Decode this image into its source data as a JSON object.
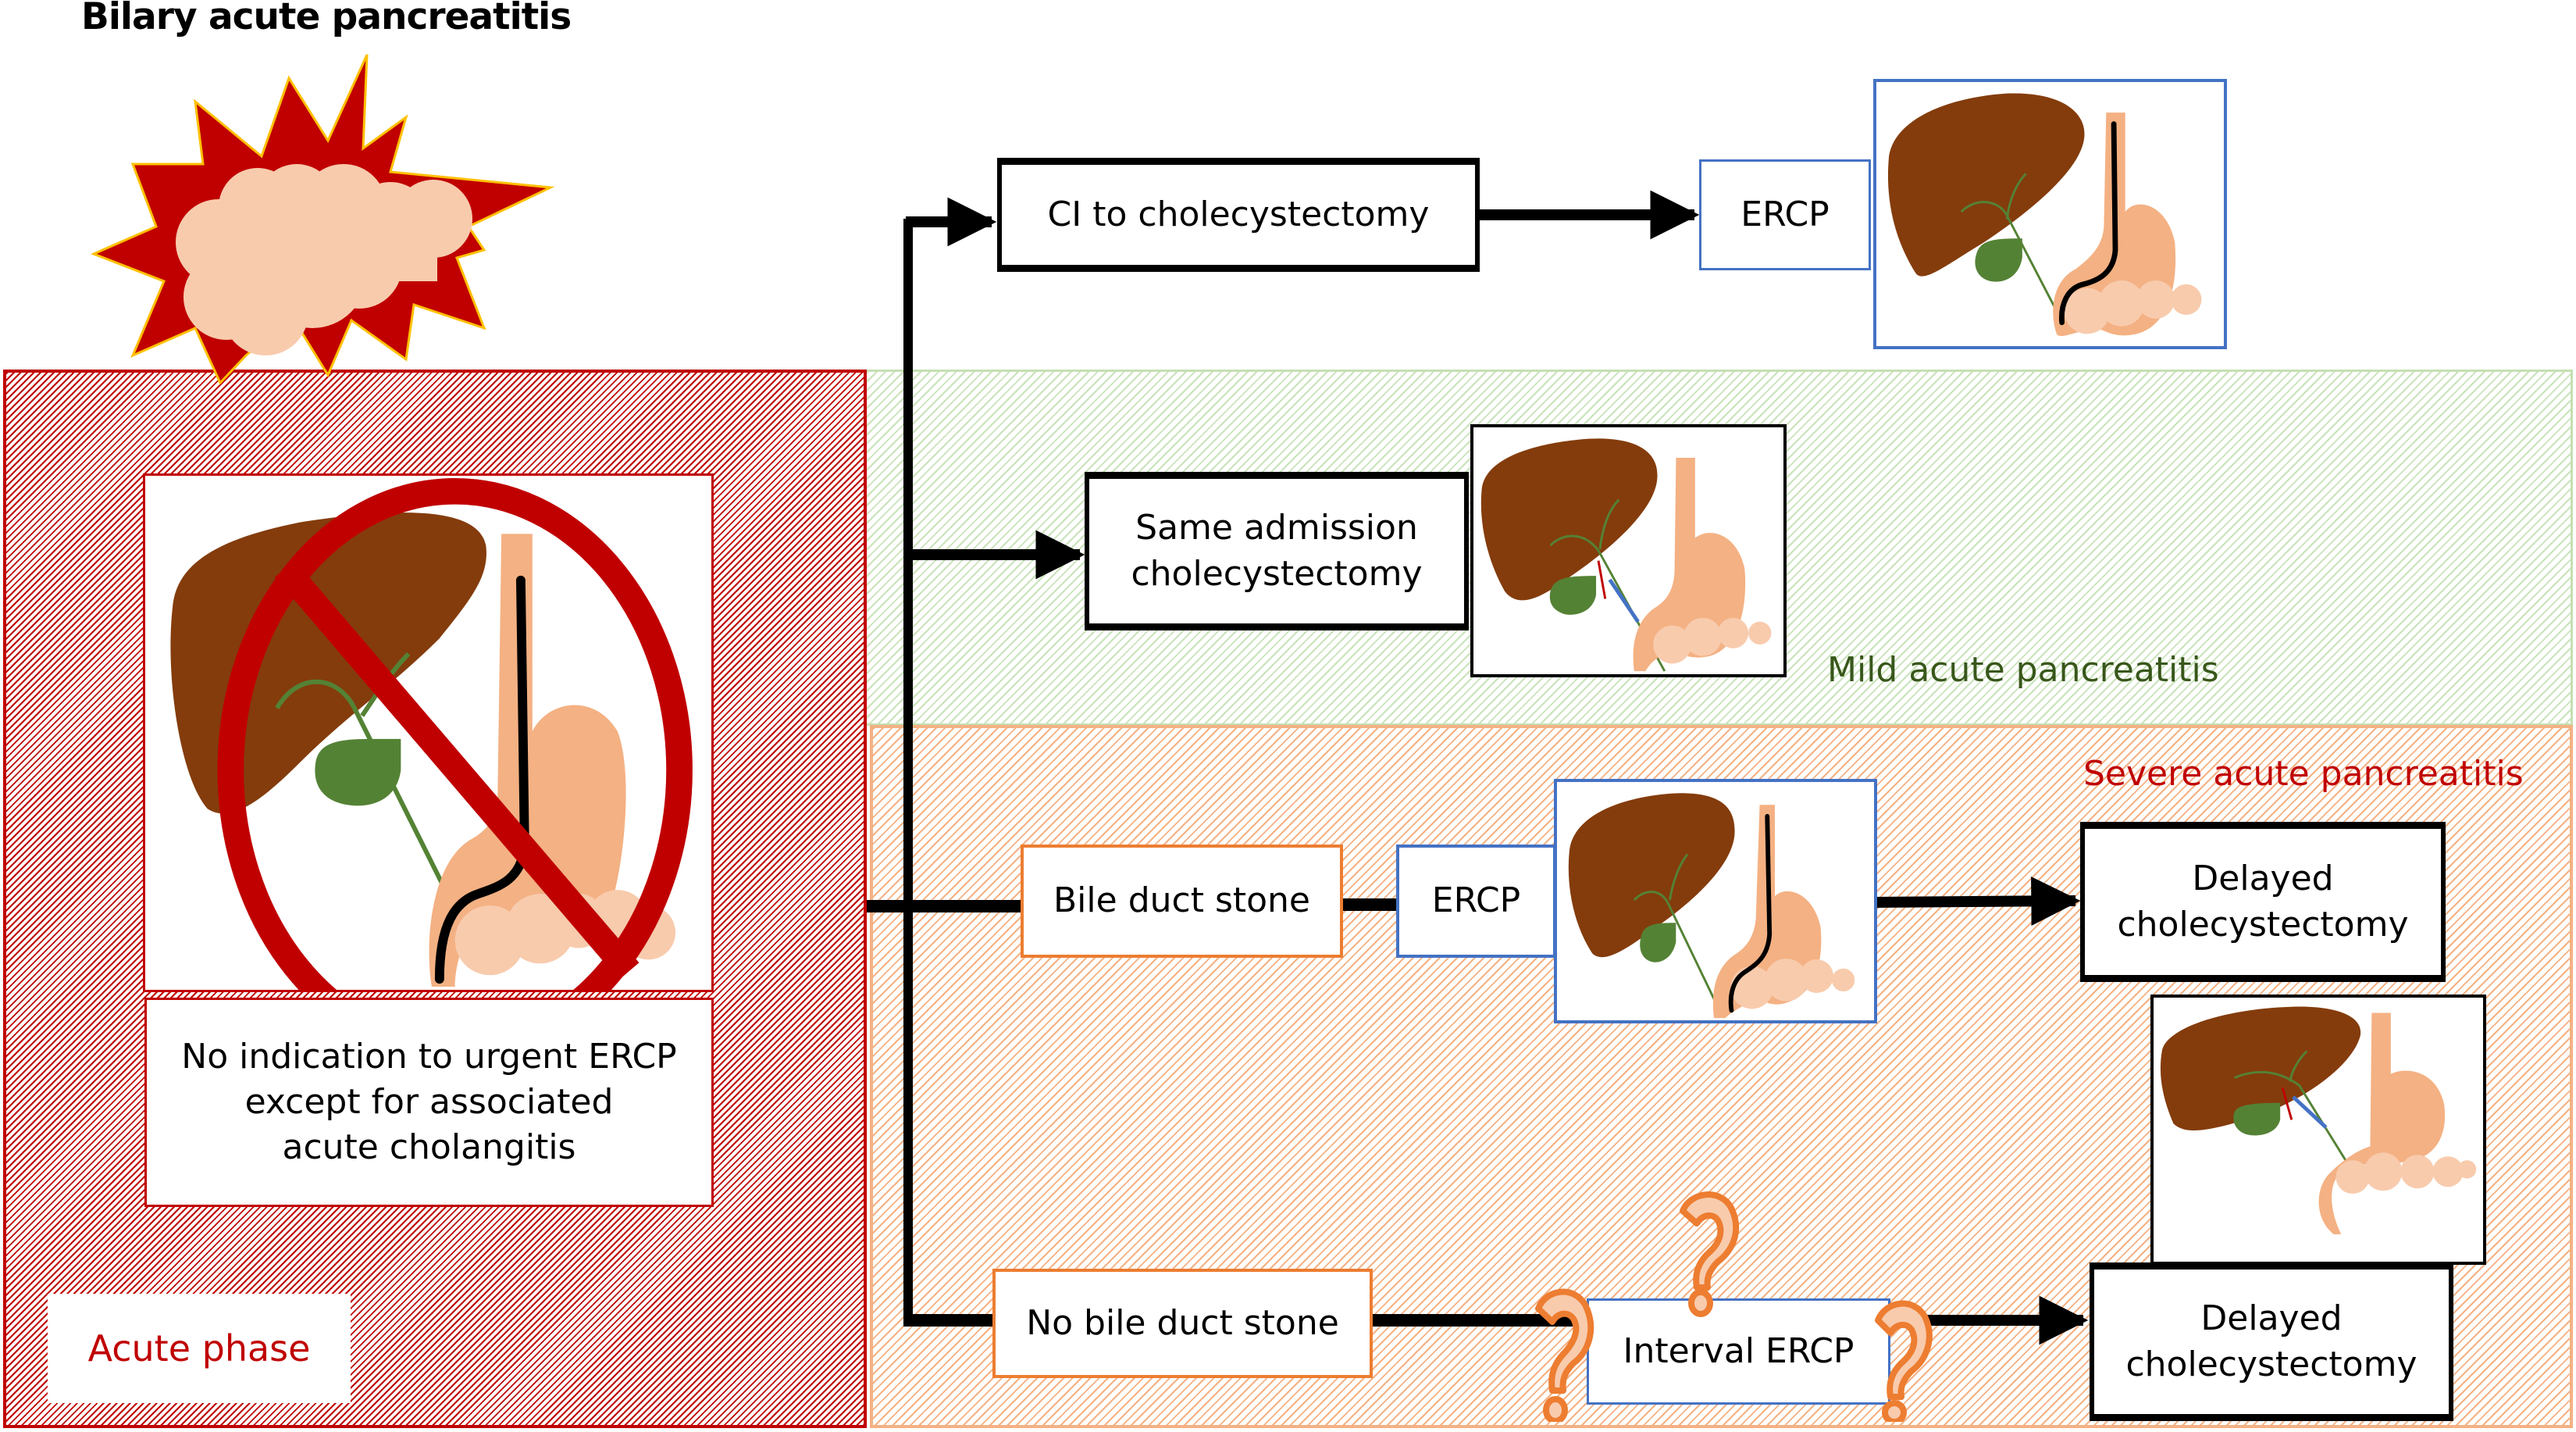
{
  "title": "Bilary acute pancreatitis",
  "regions": {
    "acute_phase_label": "Acute phase",
    "mild_label": "Mild acute pancreatitis",
    "severe_label": "Severe acute pancreatitis"
  },
  "acute_phase": {
    "no_ercp_text_lines": [
      "No indication to urgent ERCP",
      "except for associated",
      "acute cholangitis"
    ]
  },
  "nodes": {
    "ci_cholecystectomy": "CI to cholecystectomy",
    "ercp_top": "ERCP",
    "same_admission_lines": [
      "Same admission",
      "cholecystectomy"
    ],
    "bile_duct_stone": "Bile duct stone",
    "ercp_mid": "ERCP",
    "delayed_1_lines": [
      "Delayed",
      "cholecystectomy"
    ],
    "no_bile_duct_stone": "No bile duct stone",
    "interval_ercp": "Interval ERCP",
    "delayed_2_lines": [
      "Delayed",
      "cholecystectomy"
    ]
  },
  "icons": {
    "starburst": "inflamed-pancreas-starburst-icon",
    "prohibited": "prohibited-sign-icon",
    "anatomy": "liver-gallbladder-stomach-pancreas-illustration",
    "endoscope": "endoscope-icon",
    "question": "question-mark-icon"
  },
  "colors": {
    "acute_red": "#c00000",
    "mild_green": "#38571a",
    "severe_orange": "#f4b183",
    "liver": "#843c0c",
    "gallbladder": "#548235",
    "stomach": "#f4b183",
    "pancreas": "#f8cbad",
    "ercp_blue": "#4472c4"
  }
}
